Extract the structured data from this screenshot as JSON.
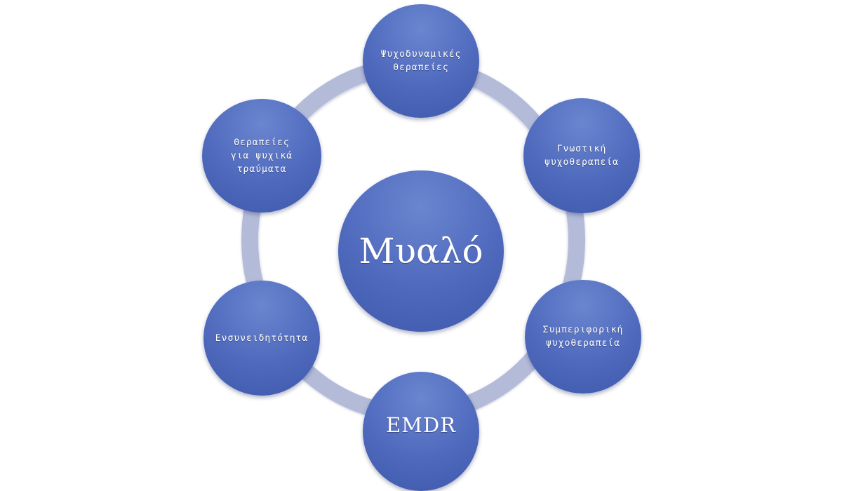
{
  "diagram": {
    "center": {
      "label": "Μυαλό"
    },
    "nodes": [
      {
        "id": "top",
        "label": "Ψυχοδυναμικές\nθεραπείες"
      },
      {
        "id": "right1",
        "label": "Γνωστική\nψυχοθεραπεία"
      },
      {
        "id": "right2",
        "label": "Συμπεριφορική\nψυχοθεραπεία"
      },
      {
        "id": "bottom",
        "label": "EMDR"
      },
      {
        "id": "left2",
        "label": "Ενσυνειδητότητα"
      },
      {
        "id": "left1",
        "label": "Θεραπείες\nγια ψυχικά\nτραύματα"
      }
    ]
  },
  "colors": {
    "node_fill": "#4f69bd",
    "ring": "#b3bbd9",
    "text": "#ffffff",
    "background": "#ffffff"
  }
}
